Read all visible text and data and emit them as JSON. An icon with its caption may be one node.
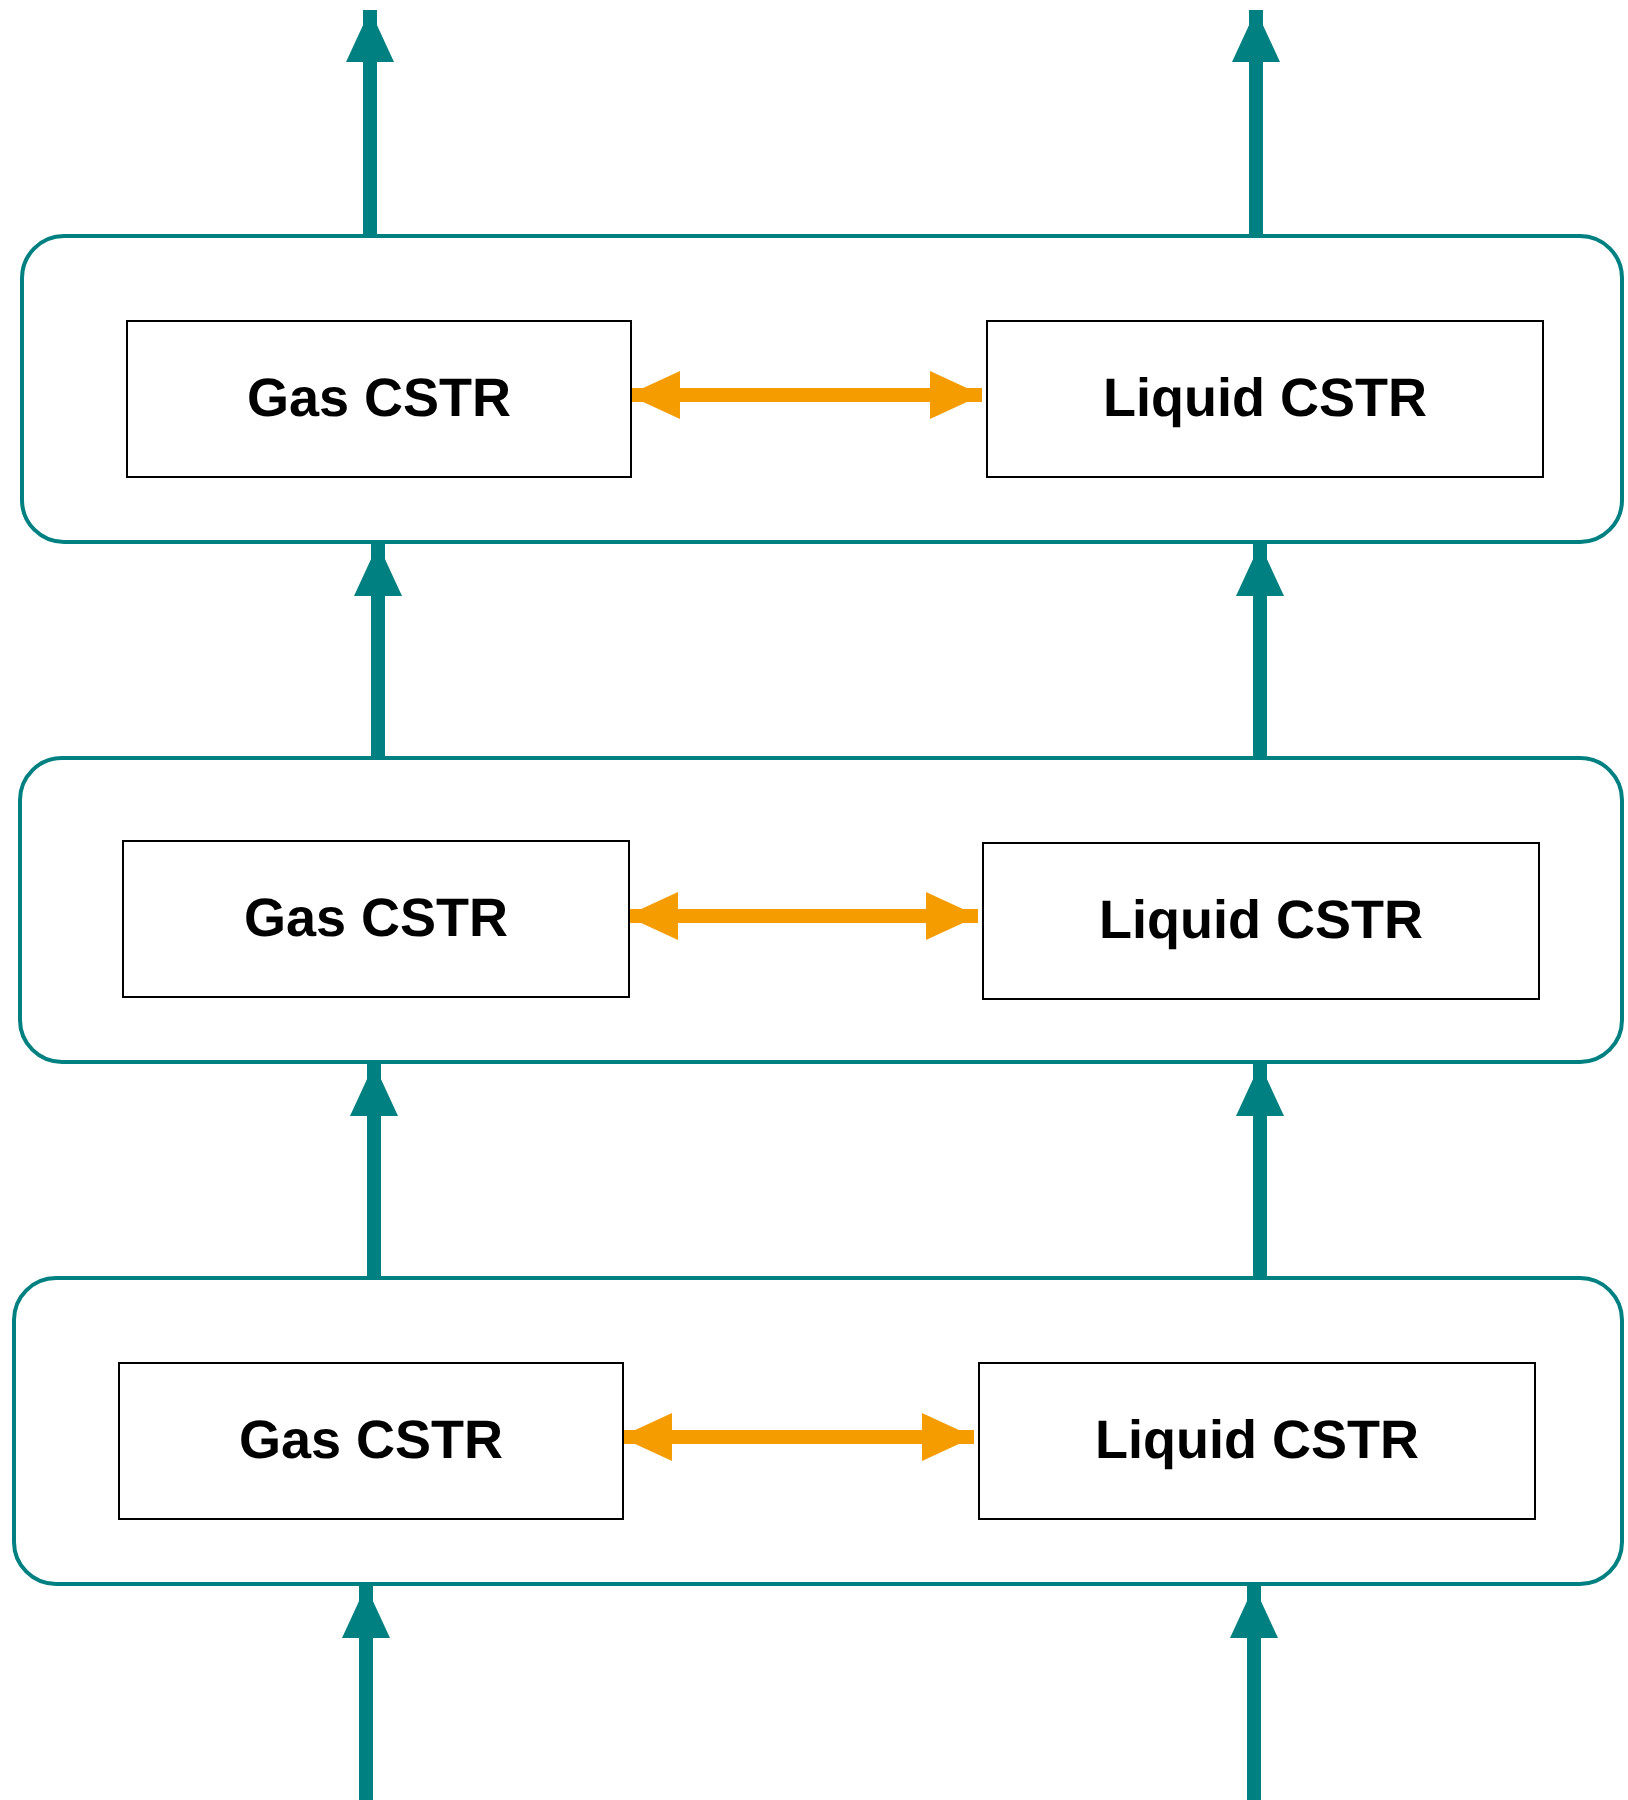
{
  "diagram": {
    "nodes": [
      {
        "text": [],
        "shape": "box"
      },
      {
        "text": [
          "Gas CSTR"
        ],
        "in": 0
      },
      {
        "text": [
          "Liquid CSTR"
        ],
        "in": 0
      },
      {
        "text": [],
        "shape": "box"
      },
      {
        "text": [
          "Gas CSTR"
        ],
        "in": 3
      },
      {
        "text": [
          "Liquid CSTR"
        ],
        "in": 3
      },
      {
        "text": [],
        "shape": "box"
      },
      {
        "text": [
          "Gas CSTR"
        ],
        "in": 6
      },
      {
        "text": [
          "Liquid CSTR"
        ],
        "in": 6
      }
    ],
    "edges": [
      {
        "from": null,
        "to": 6,
        "arrow": "to"
      },
      {
        "from": null,
        "to": 6,
        "arrow": "to"
      },
      {
        "from": 6,
        "to": 3,
        "arrow": "to"
      },
      {
        "from": 6,
        "to": 3,
        "arrow": "to"
      },
      {
        "from": 3,
        "to": 0,
        "arrow": "to"
      },
      {
        "from": 3,
        "to": 0,
        "arrow": "to"
      },
      {
        "from": 0,
        "to": null,
        "arrow": "to"
      },
      {
        "from": 0,
        "to": null,
        "arrow": "to"
      },
      {
        "from": 7,
        "to": 8,
        "arrow": "both",
        "color": "#f59c00"
      },
      {
        "from": 4,
        "to": 5,
        "arrow": "both",
        "color": "#f59c00"
      },
      {
        "from": 1,
        "to": 2,
        "arrow": "both",
        "color": "#f59c00"
      }
    ]
  }
}
